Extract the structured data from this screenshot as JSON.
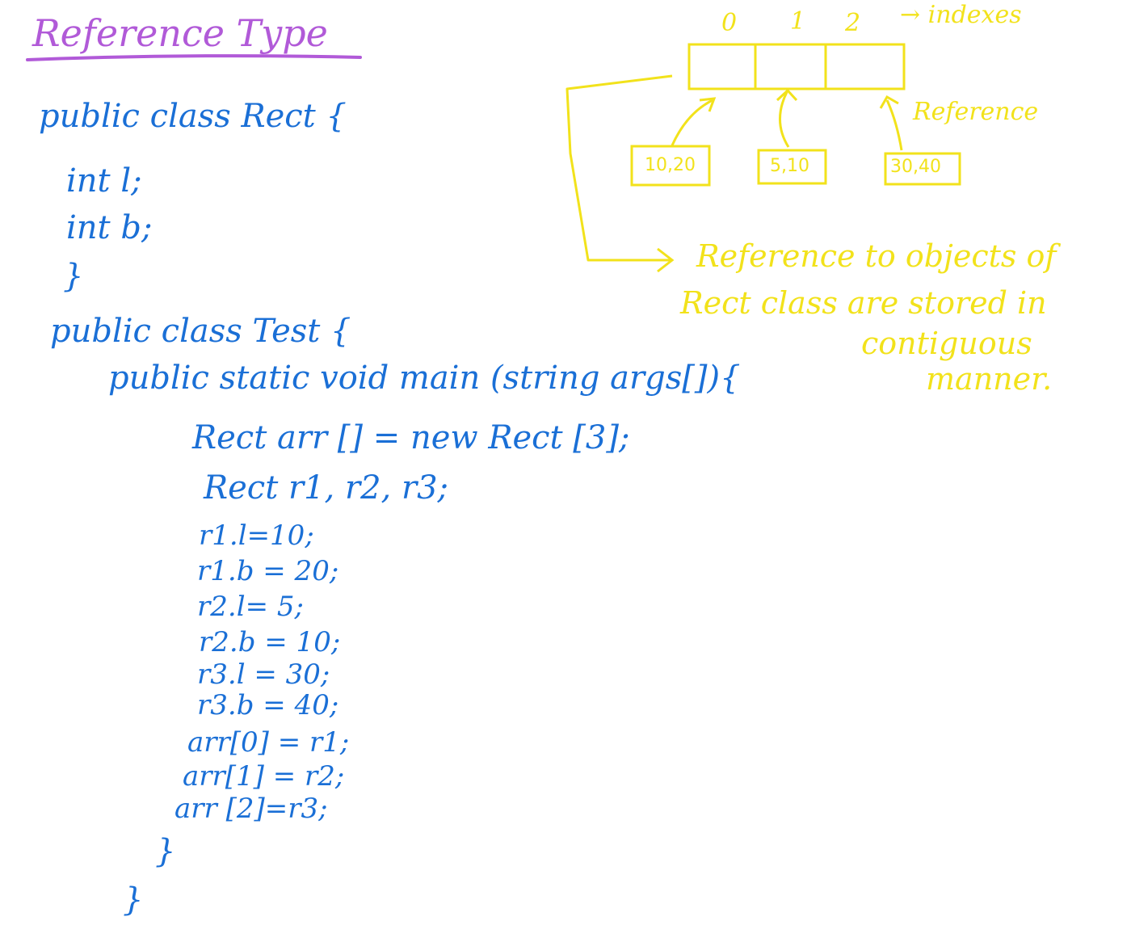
{
  "title": "Reference Type",
  "code": {
    "rect_class_open": "public class Rect {",
    "field_l": "int l;",
    "field_b": "int b;",
    "rect_class_close": "}",
    "test_class_open": "public class Test {",
    "main_open": "public static void main (string args[]){",
    "array_decl": "Rect arr [] = new Rect [3];",
    "refs_decl": "Rect r1, r2, r3;",
    "assign_r1_l": "r1.l=10;",
    "assign_r1_b": "r1.b = 20;",
    "assign_r2_l": "r2.l= 5;",
    "assign_r2_b": "r2.b = 10;",
    "assign_r3_l": "r3.l = 30;",
    "assign_r3_b": "r3.b = 40;",
    "arr0": "arr[0] = r1;",
    "arr1": "arr[1] = r2;",
    "arr2": "arr [2]=r3;",
    "main_close": "}",
    "test_close": "}"
  },
  "diagram": {
    "index_0": "0",
    "index_1": "1",
    "index_2": "2",
    "indexes_label": "→ indexes",
    "reference_label": "Reference",
    "objects": [
      "10,20",
      "5,10",
      "30,40"
    ],
    "note_lines": [
      "Reference to objects of",
      "Rect class are stored in",
      "contiguous",
      "manner."
    ]
  },
  "colors": {
    "title": "#b15ad8",
    "code": "#1a6fd6",
    "diagram": "#f2e21b"
  }
}
